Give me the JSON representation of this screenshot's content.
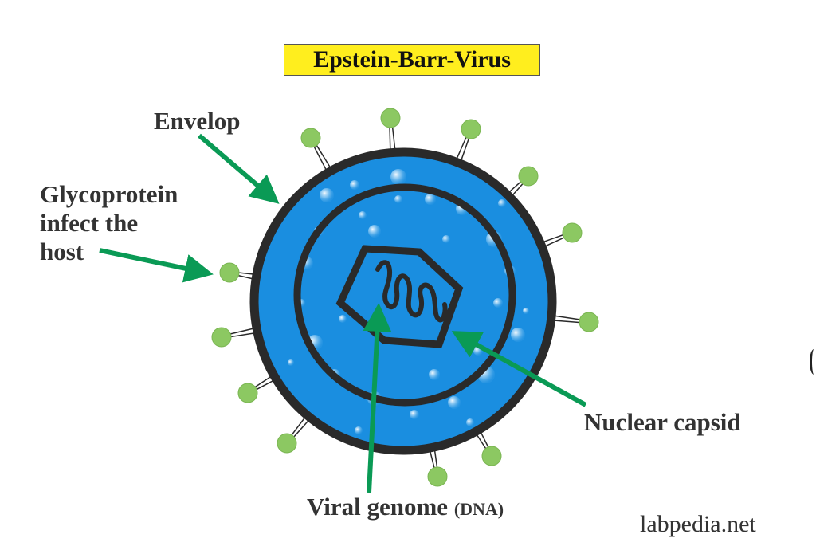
{
  "title": "Epstein-Barr-Virus",
  "labels": {
    "envelop": "Envelop",
    "glycoprotein": [
      "Glycoprotein",
      "infect the",
      "host"
    ],
    "nuclear_capsid": "Nuclear capsid",
    "viral_genome": "Viral genome",
    "viral_genome_suffix": "(DNA)"
  },
  "footer": "labpedia.net",
  "colors": {
    "title_background": "#ffee1e",
    "envelope_fill": "#1a8ee0",
    "outline": "#2a2a2a",
    "glycoprotein": "#8cc862",
    "arrow": "#0a9a55"
  }
}
